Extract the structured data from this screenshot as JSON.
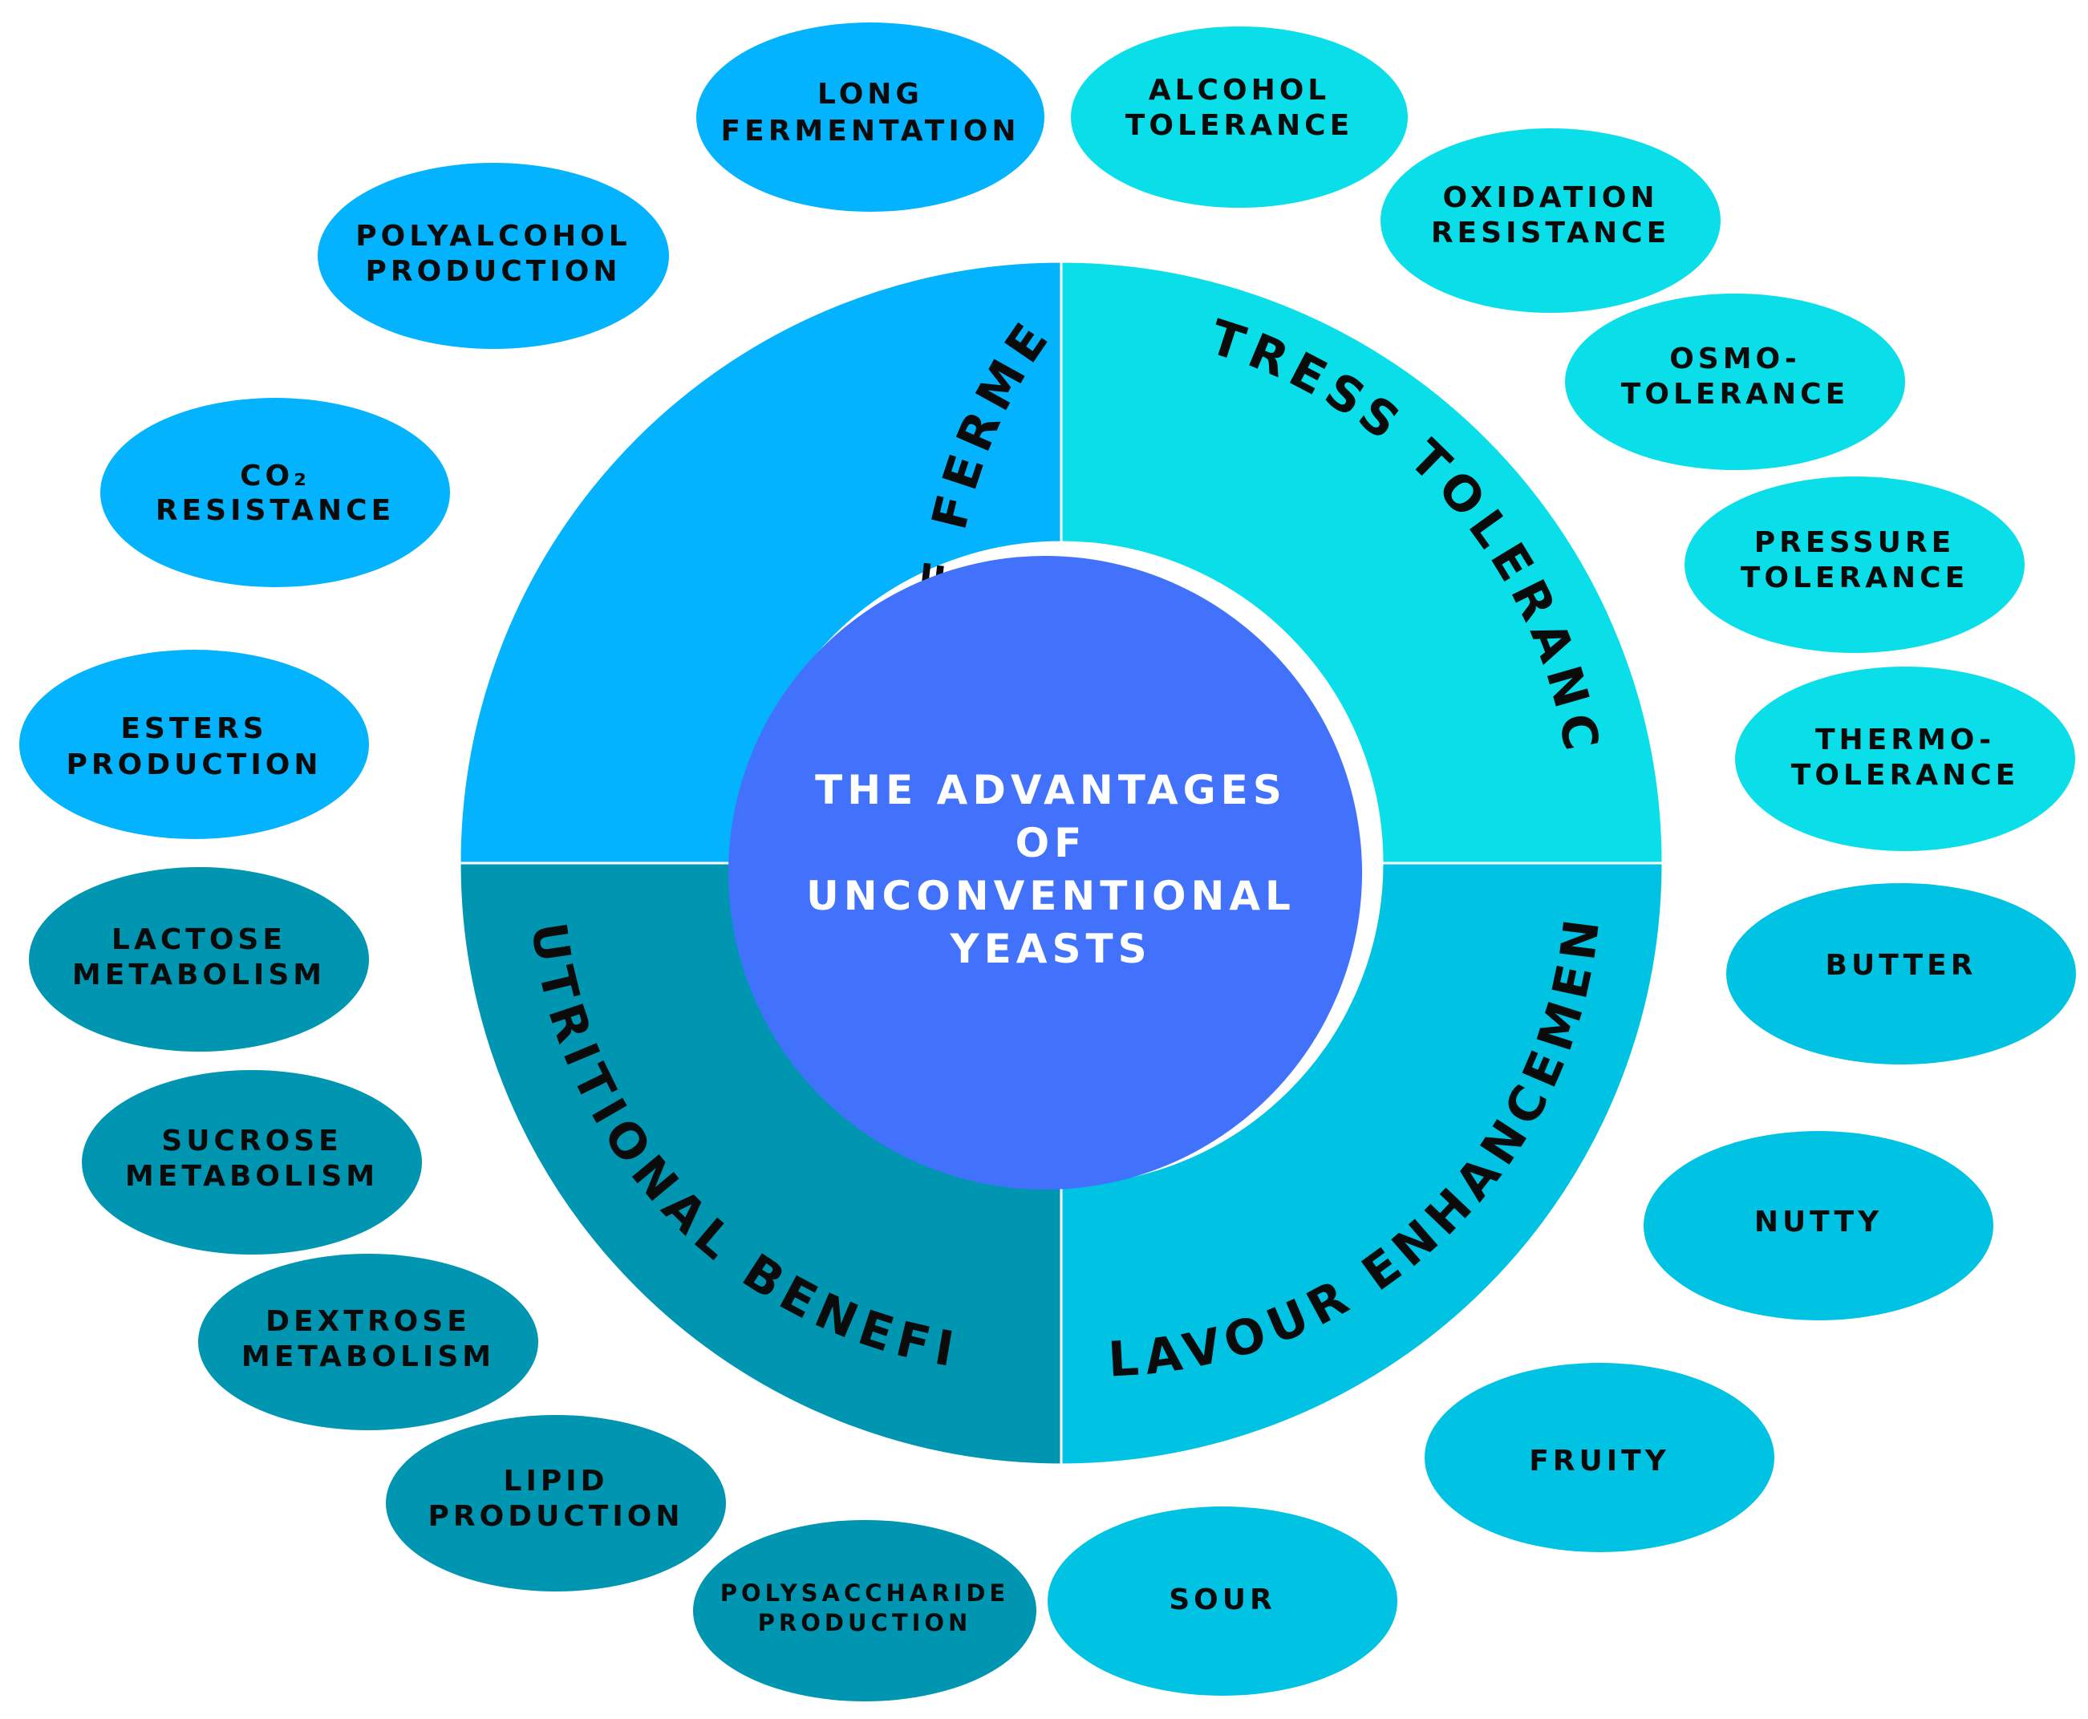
{
  "center": {
    "lines": [
      "THE ADVANTAGES",
      "OF",
      "UNCONVENTIONAL",
      "YEASTS"
    ],
    "color": "#4272fc"
  },
  "quadrants": [
    {
      "label": "IMPROVEMENT OF FERMENTATION",
      "color": "#04b3fd"
    },
    {
      "label": "STRESS TOLERANCE",
      "color": "#0adfe9"
    },
    {
      "label": "FLAVOUR  ENHANCEMENT",
      "color": "#00c3e3"
    },
    {
      "label": "NUTRITIONAL BENEFITS",
      "color": "#0095b0"
    }
  ],
  "ovals": [
    {
      "lines": [
        "LONG",
        "FERMENTATION"
      ],
      "color": "#04b3fd"
    },
    {
      "lines": [
        "POLYALCOHOL",
        "PRODUCTION"
      ],
      "color": "#04b3fd"
    },
    {
      "lines": [
        "CO₂",
        "RESISTANCE"
      ],
      "color": "#04b3fd"
    },
    {
      "lines": [
        "ESTERS",
        "PRODUCTION"
      ],
      "color": "#04b3fd"
    },
    {
      "lines": [
        "ALCOHOL",
        "TOLERANCE"
      ],
      "color": "#0adfe9"
    },
    {
      "lines": [
        "OXIDATION",
        "RESISTANCE"
      ],
      "color": "#0adfe9"
    },
    {
      "lines": [
        "OSMO-",
        "TOLERANCE"
      ],
      "color": "#0adfe9"
    },
    {
      "lines": [
        "PRESSURE",
        "TOLERANCE"
      ],
      "color": "#0adfe9"
    },
    {
      "lines": [
        "THERMO-",
        "TOLERANCE"
      ],
      "color": "#0adfe9"
    },
    {
      "lines": [
        "BUTTER"
      ],
      "color": "#00c3e3"
    },
    {
      "lines": [
        "NUTTY"
      ],
      "color": "#00c3e3"
    },
    {
      "lines": [
        "FRUITY"
      ],
      "color": "#00c3e3"
    },
    {
      "lines": [
        "SOUR"
      ],
      "color": "#00c3e3"
    },
    {
      "lines": [
        "LACTOSE",
        "METABOLISM"
      ],
      "color": "#0095b0"
    },
    {
      "lines": [
        "SUCROSE",
        "METABOLISM"
      ],
      "color": "#0095b0"
    },
    {
      "lines": [
        "DEXTROSE",
        "METABOLISM"
      ],
      "color": "#0095b0"
    },
    {
      "lines": [
        "LIPID",
        "PRODUCTION"
      ],
      "color": "#0095b0"
    },
    {
      "lines": [
        "POLYSACCHARIDE",
        "PRODUCTION"
      ],
      "color": "#0095b0"
    }
  ]
}
